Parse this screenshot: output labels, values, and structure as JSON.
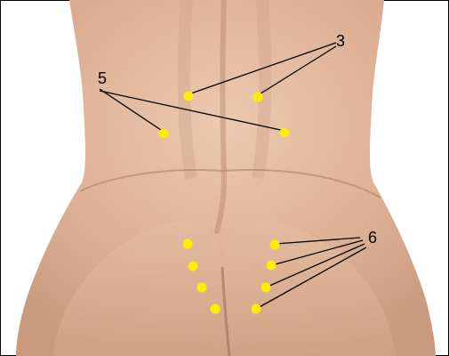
{
  "figure": {
    "labels": [
      {
        "id": "label-3",
        "text": "3"
      },
      {
        "id": "label-5",
        "text": "5"
      },
      {
        "id": "label-6",
        "text": "6"
      }
    ],
    "colors": {
      "point": "#ffee00",
      "skin_light": "#e7c2a8",
      "skin_mid": "#d6a68a",
      "skin_dark": "#bf8e74",
      "line": "#000000",
      "frame": "#000000"
    },
    "point_groups": {
      "group_3": 2,
      "group_5": 2,
      "group_6": 4,
      "unlabeled_sacral": 4
    }
  }
}
